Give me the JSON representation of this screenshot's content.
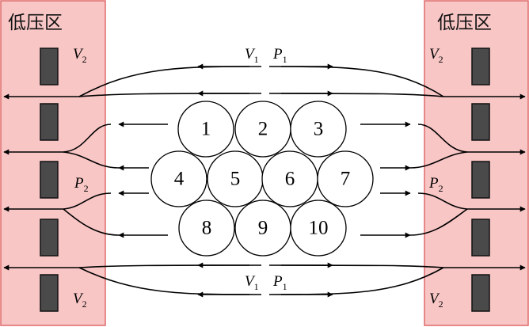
{
  "zones": {
    "left": {
      "title": "低压区"
    },
    "right": {
      "title": "低压区"
    }
  },
  "labels": {
    "v1": "V",
    "v1_sub": "1",
    "p1": "P",
    "p1_sub": "1",
    "v2": "V",
    "v2_sub": "2",
    "p2": "P",
    "p2_sub": "2"
  },
  "circles": [
    "1",
    "2",
    "3",
    "4",
    "5",
    "6",
    "7",
    "8",
    "9",
    "10"
  ]
}
